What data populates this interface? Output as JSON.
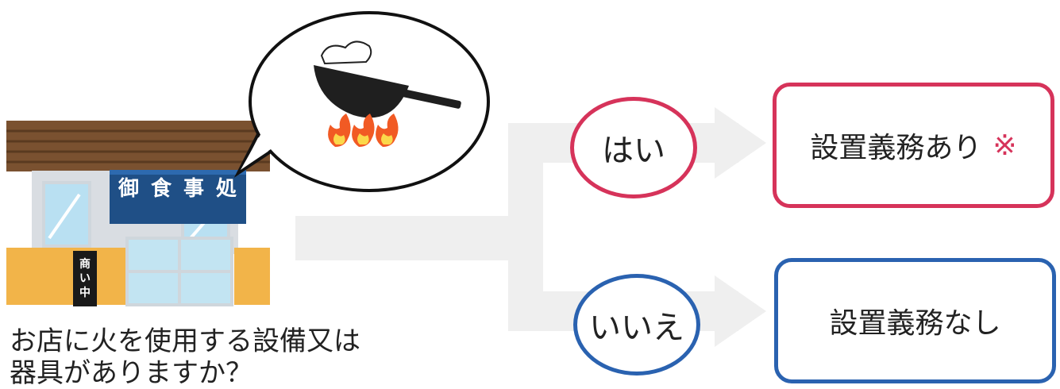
{
  "question": {
    "line1": "お店に火を使用する設備又は",
    "line2": "器具がありますか？"
  },
  "shop": {
    "noren": [
      "御",
      "食",
      "事",
      "処"
    ],
    "open_sign": [
      "商",
      "い",
      "中"
    ]
  },
  "answers": {
    "yes": {
      "label": "はい",
      "result": "設置義務あり",
      "mark": "※",
      "color": "#d6335a"
    },
    "no": {
      "label": "いいえ",
      "result": "設置義務なし",
      "color": "#2a62b0"
    }
  },
  "icons": [
    "wok-icon",
    "fire-icon",
    "speech-bubble",
    "restaurant-building"
  ]
}
